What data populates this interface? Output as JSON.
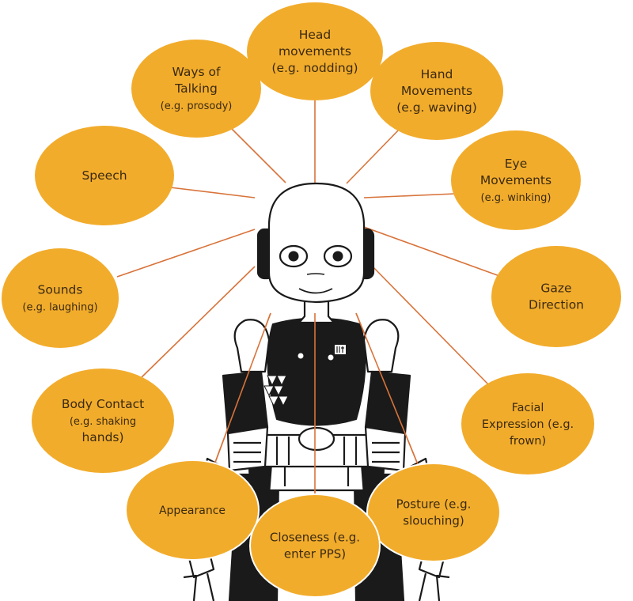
{
  "diagram": {
    "title": "Social signals of a humanoid robot",
    "colors": {
      "bubble_fill": "#F2AC2C",
      "bubble_text": "#3a2a10",
      "connector": "#D8733A",
      "robot_ink": "#1a1a1a",
      "robot_fill": "#ffffff",
      "background": "#ffffff"
    },
    "center": {
      "name": "humanoid robot",
      "icon": "robot-illustration",
      "chest_logo": "iit"
    },
    "nodes": [
      {
        "id": "head-movements",
        "lines": [
          "Head",
          "movements",
          "(e.g. nodding)"
        ]
      },
      {
        "id": "ways-of-talking",
        "lines": [
          "Ways of",
          "Talking",
          "(e.g. prosody)"
        ]
      },
      {
        "id": "hand-movements",
        "lines": [
          "Hand",
          "Movements",
          "(e.g. waving)"
        ]
      },
      {
        "id": "speech",
        "lines": [
          "Speech"
        ]
      },
      {
        "id": "eye-movements",
        "lines": [
          "Eye",
          "Movements",
          "(e.g. winking)"
        ]
      },
      {
        "id": "sounds",
        "lines": [
          "Sounds",
          "(e.g. laughing)"
        ]
      },
      {
        "id": "gaze-direction",
        "lines": [
          "Gaze",
          "Direction"
        ]
      },
      {
        "id": "body-contact",
        "lines": [
          "Body Contact",
          "(e.g. shaking",
          "hands)"
        ]
      },
      {
        "id": "facial-expression",
        "lines": [
          "Facial",
          "Expression (e.g.",
          "frown)"
        ]
      },
      {
        "id": "appearance",
        "lines": [
          "Appearance"
        ]
      },
      {
        "id": "posture",
        "lines": [
          "Posture (e.g.",
          "slouching)"
        ]
      },
      {
        "id": "closeness",
        "lines": [
          "Closeness (e.g.",
          "enter PPS)"
        ]
      }
    ]
  }
}
